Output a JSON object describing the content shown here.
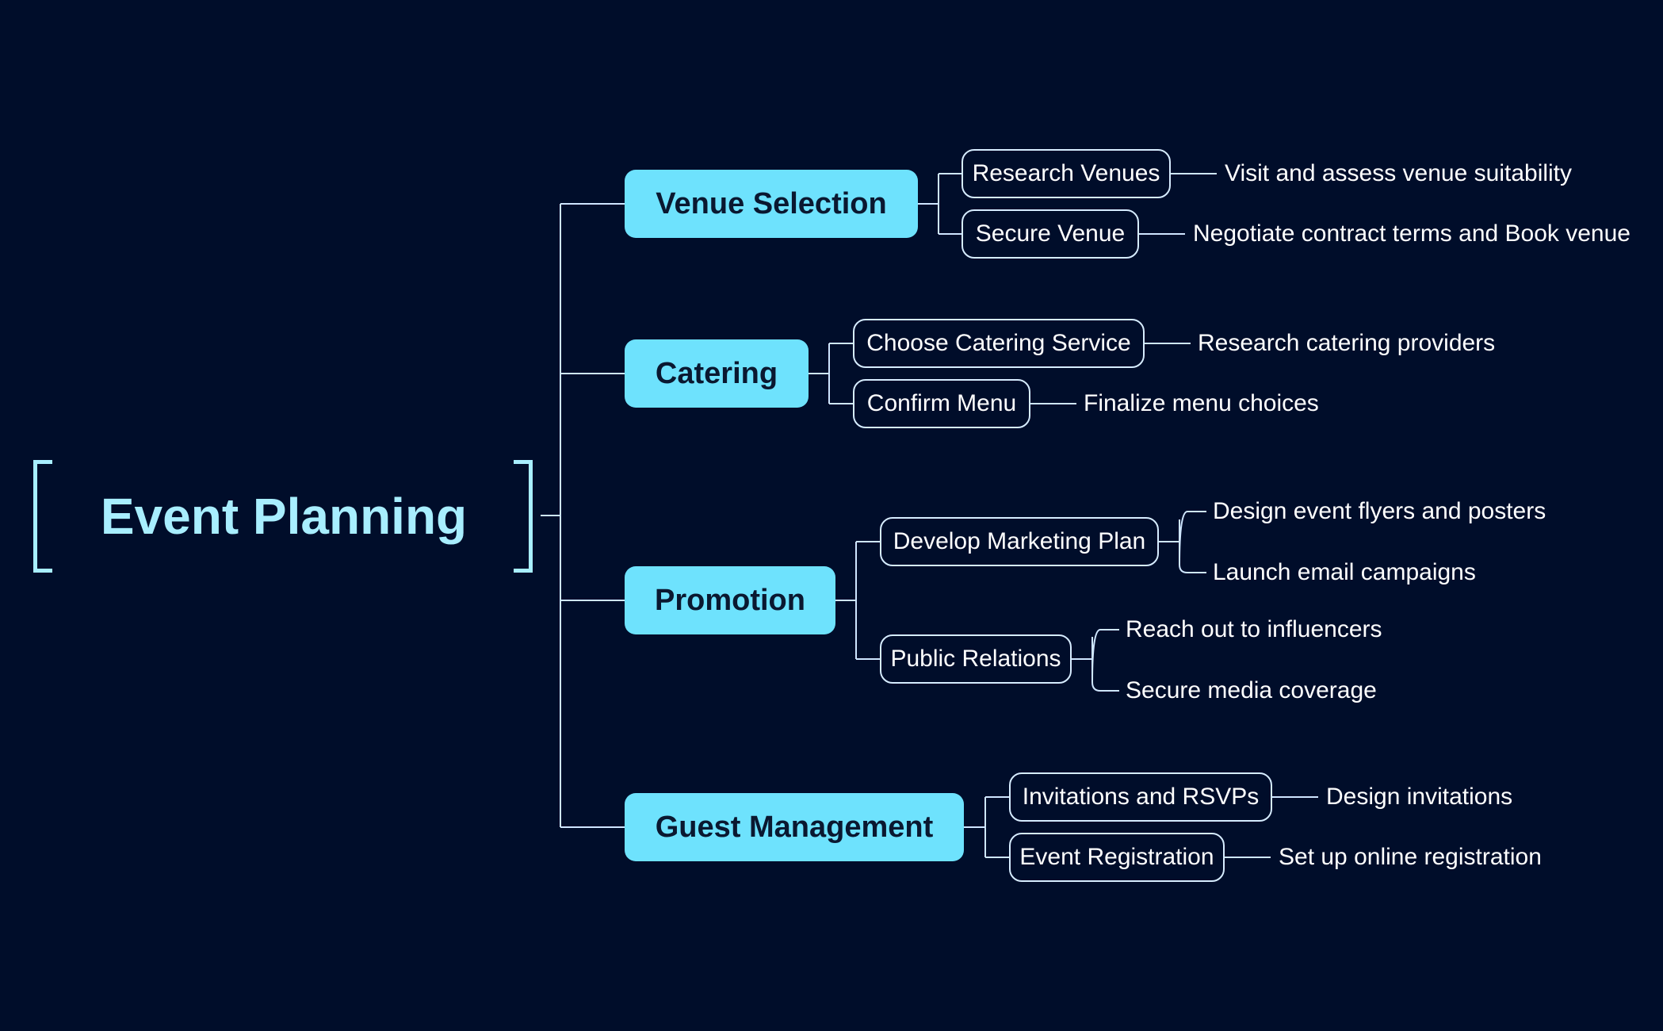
{
  "root": {
    "label": "Event Planning"
  },
  "branches": [
    {
      "label": "Venue Selection",
      "children": [
        {
          "label": "Research Venues",
          "leaves": [
            "Visit and assess venue suitability"
          ]
        },
        {
          "label": "Secure Venue",
          "leaves": [
            "Negotiate contract terms and Book venue"
          ]
        }
      ]
    },
    {
      "label": "Catering",
      "children": [
        {
          "label": "Choose Catering Service",
          "leaves": [
            "Research catering providers"
          ]
        },
        {
          "label": "Confirm Menu",
          "leaves": [
            "Finalize menu choices"
          ]
        }
      ]
    },
    {
      "label": "Promotion",
      "children": [
        {
          "label": "Develop Marketing Plan",
          "leaves": [
            "Design event flyers and posters",
            "Launch email campaigns"
          ]
        },
        {
          "label": "Public Relations",
          "leaves": [
            "Reach out to influencers",
            "Secure media coverage"
          ]
        }
      ]
    },
    {
      "label": "Guest Management",
      "children": [
        {
          "label": "Invitations and RSVPs",
          "leaves": [
            "Design invitations"
          ]
        },
        {
          "label": "Event Registration",
          "leaves": [
            "Set up online registration"
          ]
        }
      ]
    }
  ],
  "colors": {
    "background": "#000d2a",
    "root_text": "#a8eeff",
    "branch_fill": "#6ee2fd",
    "branch_text": "#0a1830",
    "subtopic_border": "#d6ecff",
    "connector": "#cfe6ff",
    "leaf_text": "#ffffff"
  }
}
